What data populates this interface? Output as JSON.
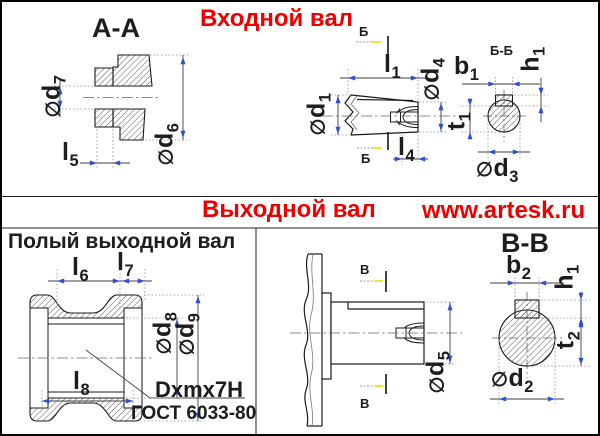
{
  "colors": {
    "accent_red": "#ee0000",
    "dim_arrow_blue": "#2e4fd4",
    "section_mark_yellow": "#f2e23c",
    "line_dark": "#1d1d1d"
  },
  "titles": {
    "input": "Входной вал",
    "output": "Выходной вал",
    "website": "www.artesk.ru",
    "hollow_shaft": "Полый выходной вал"
  },
  "sections": {
    "aa": "A-A",
    "bb": "Б-Б",
    "vv": "В-В",
    "cut_input": "Б",
    "cut_output": "В"
  },
  "spline": {
    "designation": "Dxmx7H",
    "standard": "ГОСТ 6033-80"
  },
  "dims": {
    "d1": {
      "pre": "∅",
      "base": "d",
      "sub": "1"
    },
    "d2": {
      "pre": "∅",
      "base": "d",
      "sub": "2"
    },
    "d3": {
      "pre": "∅",
      "base": "d",
      "sub": "3"
    },
    "d4": {
      "pre": "∅",
      "base": "d",
      "sub": "4"
    },
    "d5": {
      "pre": "∅",
      "base": "d",
      "sub": "5"
    },
    "d6": {
      "pre": "∅",
      "base": "d",
      "sub": "6"
    },
    "d7": {
      "pre": "∅",
      "base": "d",
      "sub": "7"
    },
    "d8": {
      "pre": "∅",
      "base": "d",
      "sub": "8"
    },
    "d9": {
      "pre": "∅",
      "base": "d",
      "sub": "9"
    },
    "l1": {
      "pre": "",
      "base": "l",
      "sub": "1"
    },
    "l4": {
      "pre": "",
      "base": "l",
      "sub": "4"
    },
    "l5": {
      "pre": "",
      "base": "l",
      "sub": "5"
    },
    "l6": {
      "pre": "",
      "base": "l",
      "sub": "6"
    },
    "l7": {
      "pre": "",
      "base": "l",
      "sub": "7"
    },
    "l8": {
      "pre": "",
      "base": "l",
      "sub": "8"
    },
    "b1": {
      "pre": "",
      "base": "b",
      "sub": "1"
    },
    "b2": {
      "pre": "",
      "base": "b",
      "sub": "2"
    },
    "h1": {
      "pre": "",
      "base": "h",
      "sub": "1"
    },
    "t1": {
      "pre": "",
      "base": "t",
      "sub": "1"
    },
    "t2": {
      "pre": "",
      "base": "t",
      "sub": "2"
    }
  }
}
